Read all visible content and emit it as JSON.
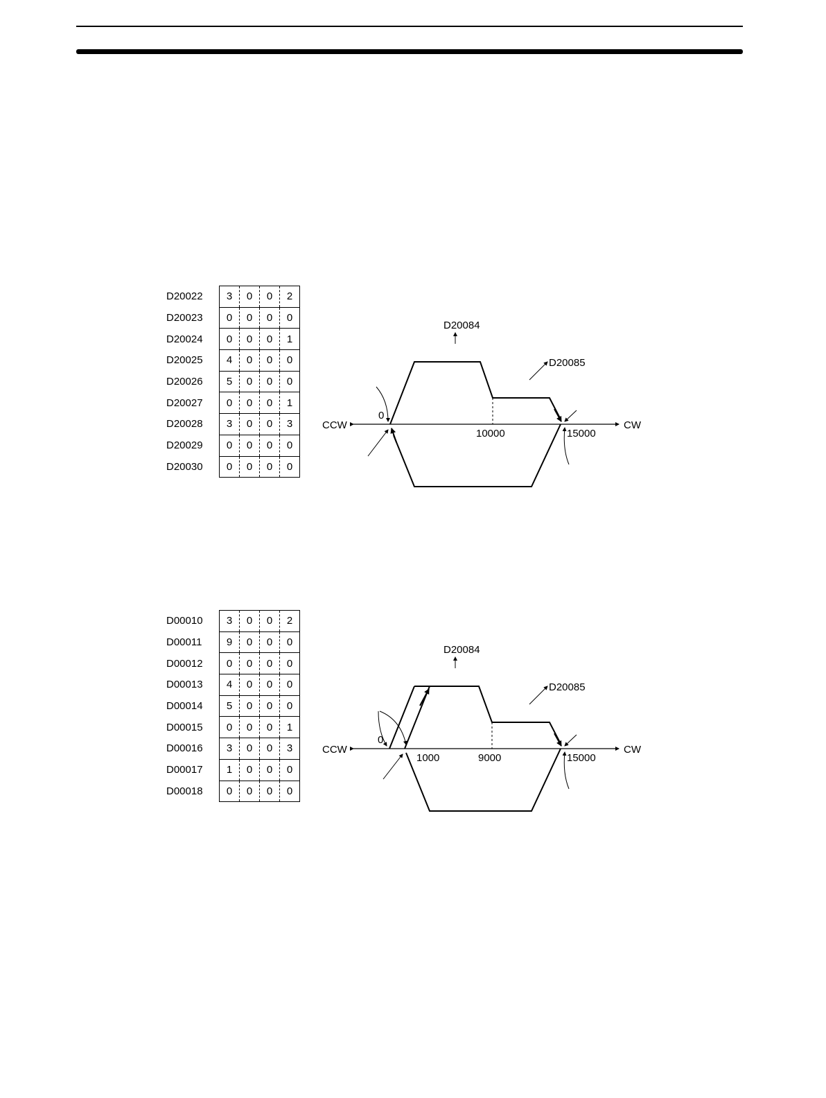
{
  "examples": [
    {
      "registers": [
        {
          "addr": "D20022",
          "digits": [
            "3",
            "0",
            "0",
            "2"
          ]
        },
        {
          "addr": "D20023",
          "digits": [
            "0",
            "0",
            "0",
            "0"
          ]
        },
        {
          "addr": "D20024",
          "digits": [
            "0",
            "0",
            "0",
            "1"
          ]
        },
        {
          "addr": "D20025",
          "digits": [
            "4",
            "0",
            "0",
            "0"
          ]
        },
        {
          "addr": "D20026",
          "digits": [
            "5",
            "0",
            "0",
            "0"
          ]
        },
        {
          "addr": "D20027",
          "digits": [
            "0",
            "0",
            "0",
            "1"
          ]
        },
        {
          "addr": "D20028",
          "digits": [
            "3",
            "0",
            "0",
            "3"
          ]
        },
        {
          "addr": "D20029",
          "digits": [
            "0",
            "0",
            "0",
            "0"
          ]
        },
        {
          "addr": "D20030",
          "digits": [
            "0",
            "0",
            "0",
            "0"
          ]
        }
      ],
      "diagram": {
        "ccw_label": "CCW",
        "cw_label": "CW",
        "top_label": "D20084",
        "right_label": "D20085",
        "axis_labels": [
          "0",
          "10000",
          "15000"
        ]
      }
    },
    {
      "registers": [
        {
          "addr": "D00010",
          "digits": [
            "3",
            "0",
            "0",
            "2"
          ]
        },
        {
          "addr": "D00011",
          "digits": [
            "9",
            "0",
            "0",
            "0"
          ]
        },
        {
          "addr": "D00012",
          "digits": [
            "0",
            "0",
            "0",
            "0"
          ]
        },
        {
          "addr": "D00013",
          "digits": [
            "4",
            "0",
            "0",
            "0"
          ]
        },
        {
          "addr": "D00014",
          "digits": [
            "5",
            "0",
            "0",
            "0"
          ]
        },
        {
          "addr": "D00015",
          "digits": [
            "0",
            "0",
            "0",
            "1"
          ]
        },
        {
          "addr": "D00016",
          "digits": [
            "3",
            "0",
            "0",
            "3"
          ]
        },
        {
          "addr": "D00017",
          "digits": [
            "1",
            "0",
            "0",
            "0"
          ]
        },
        {
          "addr": "D00018",
          "digits": [
            "0",
            "0",
            "0",
            "0"
          ]
        }
      ],
      "diagram": {
        "ccw_label": "CCW",
        "cw_label": "CW",
        "top_label": "D20084",
        "right_label": "D20085",
        "axis_labels": [
          "0",
          "1000",
          "9000",
          "15000"
        ]
      }
    }
  ]
}
